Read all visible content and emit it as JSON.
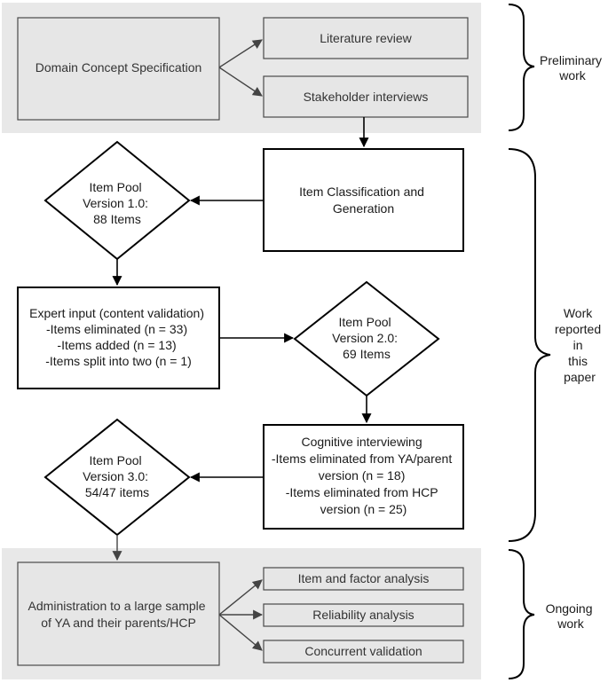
{
  "preliminary": {
    "domain_spec": "Domain Concept Specification",
    "lit_review": "Literature review",
    "stakeholder": "Stakeholder interviews",
    "label": [
      "Preliminary",
      "work"
    ]
  },
  "reported": {
    "classification": [
      "Item Classification and",
      "Generation"
    ],
    "pool1": [
      "Item Pool",
      "Version 1.0:",
      "88 Items"
    ],
    "expert": [
      "Expert input (content validation)",
      "-Items eliminated (n = 33)",
      "-Items added (n = 13)",
      "-Items split into two (n = 1)"
    ],
    "pool2": [
      "Item Pool",
      "Version 2.0:",
      "69 Items"
    ],
    "cognitive": [
      "Cognitive interviewing",
      "-Items eliminated from YA/parent",
      "version (n = 18)",
      "-Items eliminated from HCP",
      "version (n = 25)"
    ],
    "pool3": [
      "Item Pool",
      "Version 3.0:",
      "54/47 items"
    ],
    "label": [
      "Work",
      "reported",
      "in",
      "this",
      "paper"
    ]
  },
  "ongoing": {
    "administration": [
      "Administration to a large sample",
      "of YA and their parents/HCP"
    ],
    "factor": "Item and factor analysis",
    "reliability": "Reliability analysis",
    "concurrent": "Concurrent validation",
    "label": [
      "Ongoing",
      "work"
    ]
  }
}
